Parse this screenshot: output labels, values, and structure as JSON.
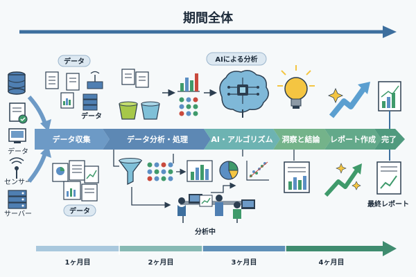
{
  "title": "期間全体",
  "sources": {
    "top_label": "データ",
    "mid_label": "データ",
    "bottom_label": "データ",
    "database_label": "データ",
    "sensor_label": "センサー",
    "server_label": "サーバー"
  },
  "stages": [
    {
      "label": "データ収集",
      "color": "#6d9ac6"
    },
    {
      "label": "データ分析・処理",
      "color": "#5d88b4"
    },
    {
      "label": "AI・アルゴリズム",
      "color": "#6db3b2"
    },
    {
      "label": "洞察と結論",
      "color": "#74b38a"
    },
    {
      "label": "レポート作成",
      "color": "#63a98a"
    },
    {
      "label": "完了",
      "color": "#4f9a7e"
    }
  ],
  "ai_callout": "AIによる分析",
  "analyzing_label": "分析中",
  "final_report_label": "最終レポート",
  "timeline": {
    "months": [
      "1ヶ月目",
      "2ヶ月目",
      "3ヶ月目",
      "4ヶ月目"
    ],
    "colors": [
      "#a9c8dd",
      "#86b9b3",
      "#5f90b8",
      "#3f8c6f"
    ]
  },
  "colors": {
    "title_arrow": "#3d6f9e",
    "stroke": "#2c3e50",
    "accent_blue": "#5b8fc4",
    "accent_green": "#3f9a6b",
    "accent_yellow": "#f4c542"
  }
}
